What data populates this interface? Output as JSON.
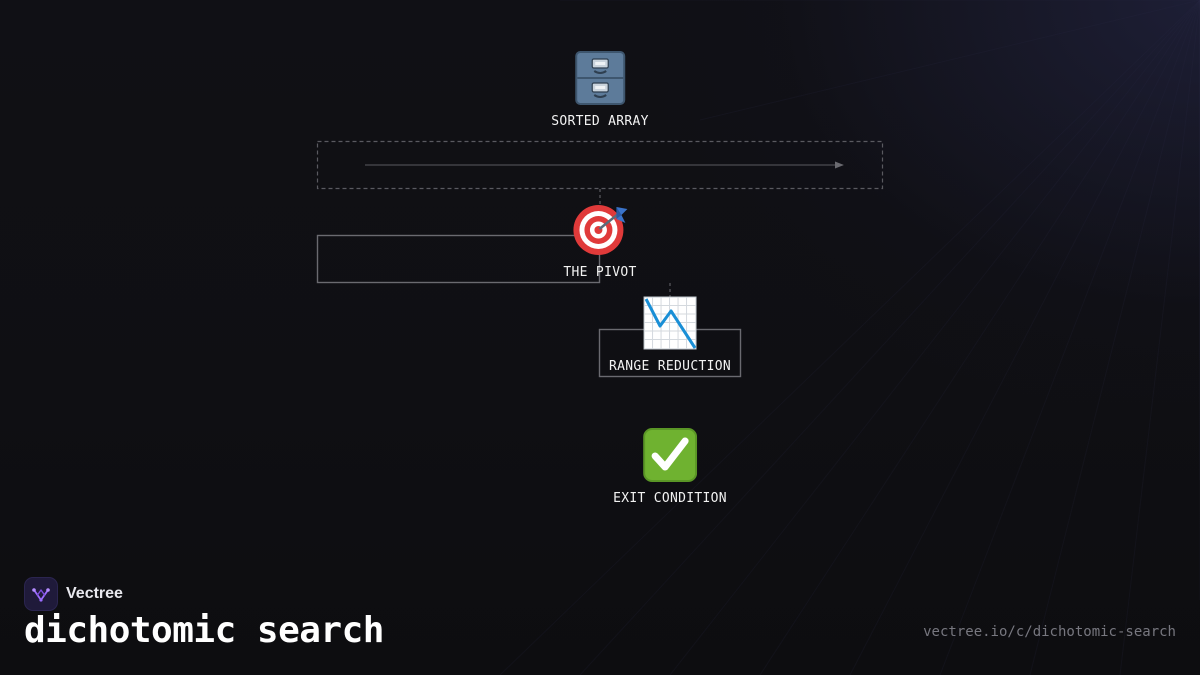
{
  "diagram": {
    "nodes": [
      {
        "id": "sorted-array",
        "label": "SORTED ARRAY",
        "icon": "file-cabinet-icon"
      },
      {
        "id": "the-pivot",
        "label": "THE PIVOT",
        "icon": "target-icon"
      },
      {
        "id": "range-reduction",
        "label": "RANGE REDUCTION",
        "icon": "chart-decreasing-icon"
      },
      {
        "id": "exit-condition",
        "label": "EXIT CONDITION",
        "icon": "check-mark-button-icon"
      }
    ],
    "edges": [
      {
        "from": "sorted-array",
        "to": "the-pivot",
        "style": "dashed"
      },
      {
        "from": "the-pivot",
        "to": "range-reduction",
        "style": "dashed"
      }
    ]
  },
  "brand": {
    "name": "Vectree",
    "logo_icon": "vectree-logo-icon"
  },
  "title": "dichotomic search",
  "url": "vectree.io/c/dichotomic-search",
  "colors": {
    "background": "#0f0f13",
    "label_text": "#f2f2f2",
    "url_text": "#77777f",
    "box_stroke": "#6a6a70",
    "dashed_stroke": "#5a5a60",
    "accent_purple": "#9b6bff"
  }
}
